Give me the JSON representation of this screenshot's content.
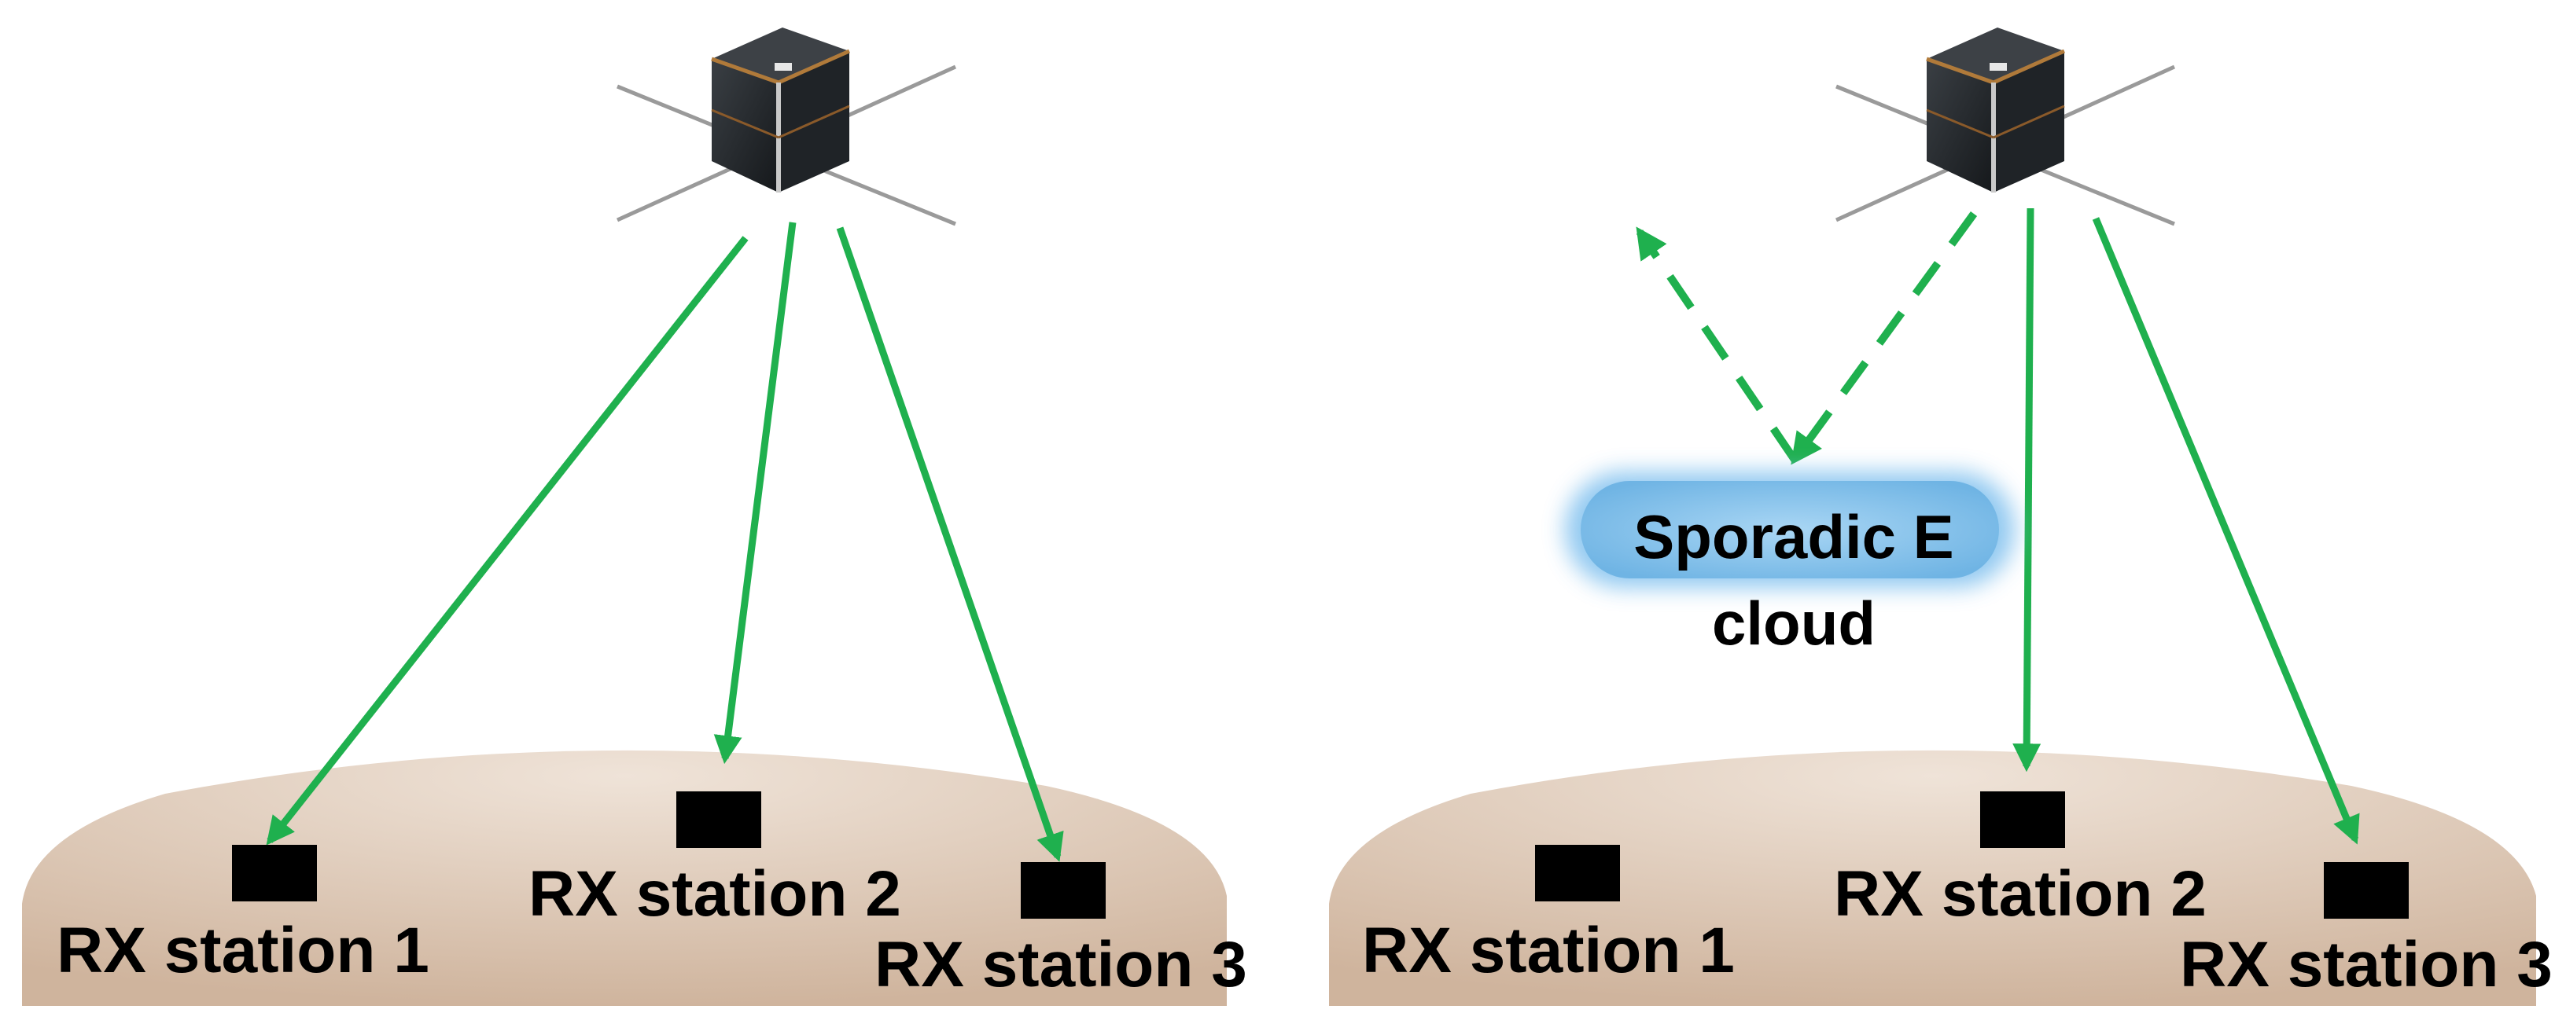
{
  "colors": {
    "signal": "#1fb04e",
    "ground": "#dcc6b4",
    "cloud": "#8fc8ee",
    "station": "#000000"
  },
  "left_panel": {
    "stations": [
      {
        "label": "RX station 1"
      },
      {
        "label": "RX station 2"
      },
      {
        "label": "RX station 3"
      }
    ]
  },
  "right_panel": {
    "cloud": {
      "line1": "Sporadic E",
      "line2": "cloud"
    },
    "stations": [
      {
        "label": "RX station 1"
      },
      {
        "label": "RX station 2"
      },
      {
        "label": "RX station 3"
      }
    ]
  }
}
